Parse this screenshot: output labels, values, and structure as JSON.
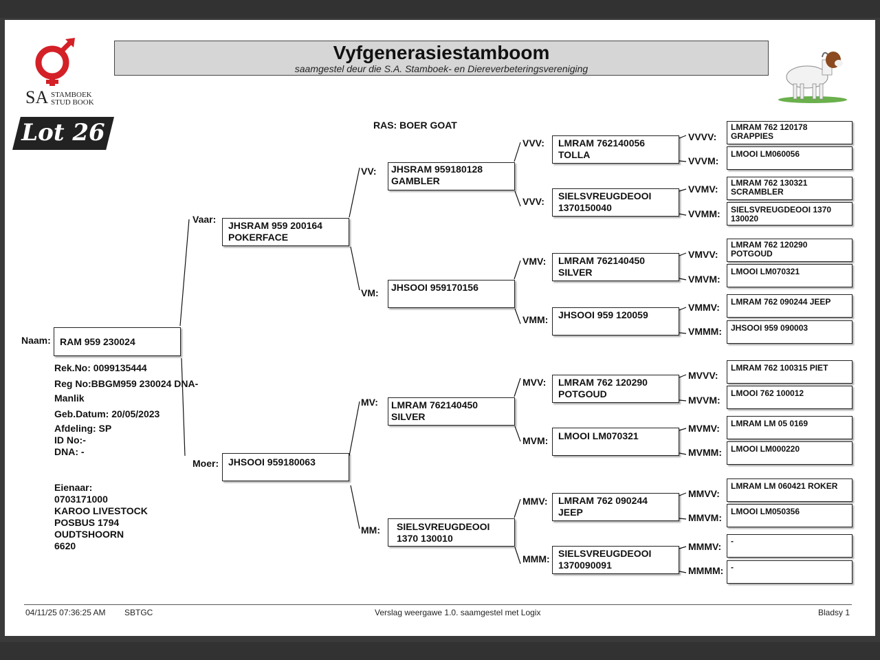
{
  "header": {
    "title": "Vyfgenerasiestamboom",
    "subtitle": "saamgestel deur die S.A. Stamboek- en Diereverbeteringsvereniging",
    "logo_sa": "SA",
    "logo_line1": "STAMBOEK",
    "logo_line2": "STUD BOOK",
    "lot": "Lot 26",
    "breed": "RAS: BOER GOAT"
  },
  "subject": {
    "label": "Naam:",
    "name": "RAM 959 230024",
    "rek_no": "Rek.No: 0099135444",
    "reg_no": "Reg No:BBGM959 230024 DNA-",
    "sex": "Manlik",
    "birth": "Geb.Datum: 20/05/2023",
    "afdeling": "Afdeling: SP",
    "id_no": "ID No:-",
    "dna": "DNA: -",
    "owner_label": "Eienaar:",
    "owner_lines": [
      "0703171000",
      "KAROO LIVESTOCK",
      "POSBUS 1794",
      "OUDTSHOORN",
      "6620"
    ]
  },
  "gen1": [
    {
      "label": "Vaar:",
      "name": "JHSRAM 959 200164\nPOKERFACE"
    },
    {
      "label": "Moer:",
      "name": "JHSOOI 959180063"
    }
  ],
  "gen2": [
    {
      "label": "VV:",
      "name": "JHSRAM 959180128\nGAMBLER"
    },
    {
      "label": "VM:",
      "name": "JHSOOI 959170156"
    },
    {
      "label": "MV:",
      "name": "LMRAM 762140450\nSILVER"
    },
    {
      "label": "MM:",
      "name": "SIELSVREUGDEOOI\n1370 130010"
    }
  ],
  "gen3": [
    {
      "label": "VVV:",
      "name": "LMRAM 762140056\nTOLLA"
    },
    {
      "label": "VVV:",
      "name": "SIELSVREUGDEOOI\n1370150040"
    },
    {
      "label": "VMV:",
      "name": "LMRAM 762140450\nSILVER"
    },
    {
      "label": "VMM:",
      "name": "JHSOOI 959 120059"
    },
    {
      "label": "MVV:",
      "name": "LMRAM 762 120290\nPOTGOUD"
    },
    {
      "label": "MVM:",
      "name": "LMOOI LM070321"
    },
    {
      "label": "MMV:",
      "name": "LMRAM 762 090244\nJEEP"
    },
    {
      "label": "MMM:",
      "name": "SIELSVREUGDEOOI\n1370090091"
    }
  ],
  "gen4": [
    {
      "label": "VVVV:",
      "name": "LMRAM 762 120178\nGRAPPIES"
    },
    {
      "label": "VVVM:",
      "name": "LMOOI LM060056"
    },
    {
      "label": "VVMV:",
      "name": "LMRAM 762 130321\nSCRAMBLER"
    },
    {
      "label": "VVMM:",
      "name": "SIELSVREUGDEOOI 1370\n130020"
    },
    {
      "label": "VMVV:",
      "name": "LMRAM 762 120290\nPOTGOUD"
    },
    {
      "label": "VMVM:",
      "name": "LMOOI LM070321"
    },
    {
      "label": "VMMV:",
      "name": "LMRAM 762 090244 JEEP"
    },
    {
      "label": "VMMM:",
      "name": "JHSOOI 959 090003"
    },
    {
      "label": "MVVV:",
      "name": "LMRAM 762 100315 PIET"
    },
    {
      "label": "MVVM:",
      "name": "LMOOI 762 100012"
    },
    {
      "label": "MVMV:",
      "name": "LMRAM LM 05 0169"
    },
    {
      "label": "MVMM:",
      "name": "LMOOI LM000220"
    },
    {
      "label": "MMVV:",
      "name": "LMRAM LM 060421 ROKER"
    },
    {
      "label": "MMVM:",
      "name": "LMOOI LM050356"
    },
    {
      "label": "MMMV:",
      "name": "-"
    },
    {
      "label": "MMMM:",
      "name": "-"
    }
  ],
  "footer": {
    "datetime": "04/11/25 07:36:25 AM",
    "code": "SBTGC",
    "report": "Verslag weergawe 1.0. saamgestel met Logix",
    "page": "Bladsy 1"
  },
  "colors": {
    "logo_red": "#d42027",
    "lot_bg": "#222222",
    "title_bg": "#d6d6d6"
  }
}
